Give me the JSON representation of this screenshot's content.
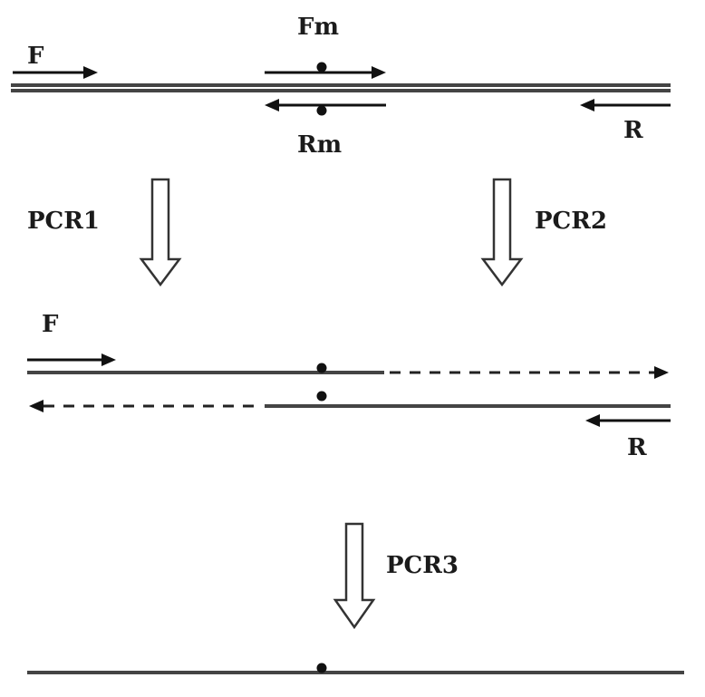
{
  "labels": {
    "f_top": "F",
    "fm": "Fm",
    "rm": "Rm",
    "r_top": "R",
    "pcr1": "PCR1",
    "pcr2": "PCR2",
    "f_mid": "F",
    "r_mid": "R",
    "pcr3": "PCR3"
  },
  "colors": {
    "strand": "#444444",
    "primer": "#111111",
    "background": "#ffffff"
  }
}
